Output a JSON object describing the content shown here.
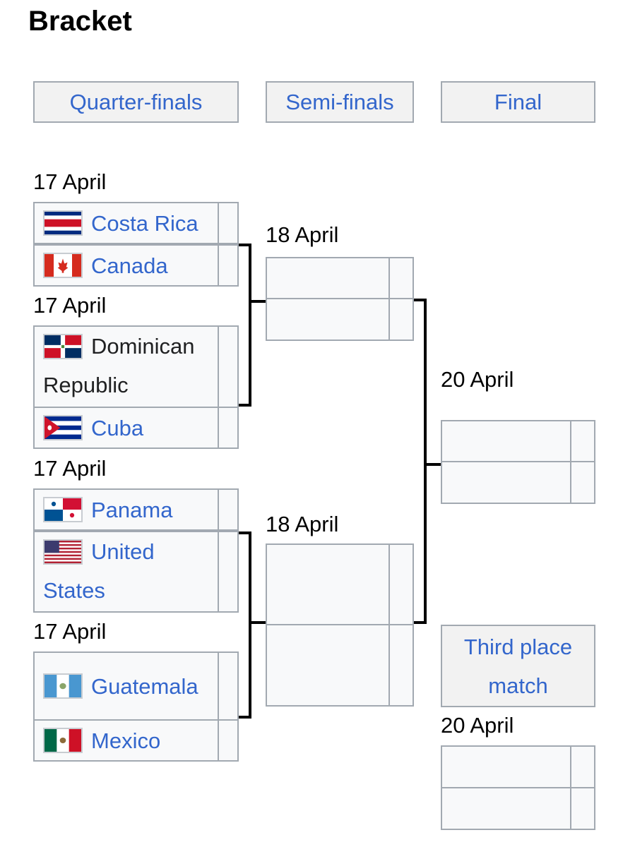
{
  "heading": "Bracket",
  "rounds": {
    "quarterfinals": "Quarter-finals",
    "semifinals": "Semi-finals",
    "final": "Final",
    "third_place": "Third place match"
  },
  "dates": {
    "qf1": "17 April",
    "qf2": "17 April",
    "qf3": "17 April",
    "qf4": "17 April",
    "sf1": "18 April",
    "sf2": "18 April",
    "final": "20 April",
    "third": "20 April"
  },
  "teams": {
    "costa_rica": "Costa Rica",
    "canada": "Canada",
    "dominican_1": "Dominican",
    "dominican_2": "Republic",
    "cuba": "Cuba",
    "panama": "Panama",
    "united_1": "United",
    "united_2": "States",
    "guatemala": "Guatemala",
    "mexico": "Mexico"
  },
  "flags": {
    "costa_rica": "costa-rica-flag",
    "canada": "canada-flag",
    "dominican_republic": "dominican-republic-flag",
    "cuba": "cuba-flag",
    "panama": "panama-flag",
    "united_states": "united-states-flag",
    "guatemala": "guatemala-flag",
    "mexico": "mexico-flag"
  },
  "colors": {
    "link": "#3366cc",
    "header_bg": "#f2f2f2",
    "cell_bg": "#f8f9fa",
    "border": "#a2a9b1",
    "connector": "#000000"
  }
}
